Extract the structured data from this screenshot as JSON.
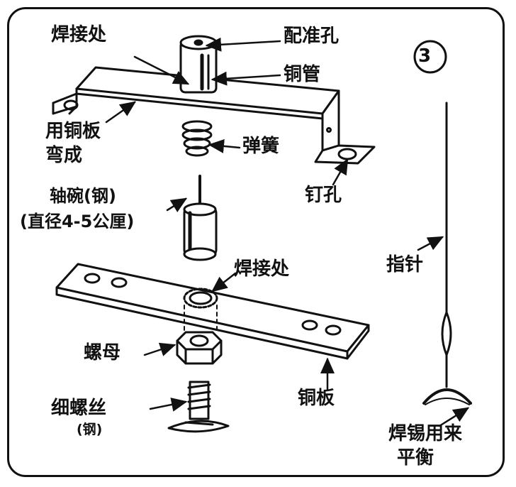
{
  "figure_number": "3",
  "labels": {
    "solder_top": "焊接处",
    "matching_hole": "配准孔",
    "copper_tube": "铜管",
    "bent_plate_1": "用铜板",
    "bent_plate_2": "弯成",
    "spring": "弹簧",
    "nail_hole": "钉孔",
    "axle_cup_1": "轴碗(钢)",
    "axle_cup_2": "(直径4-5公厘)",
    "solder_mid": "焊接处",
    "pointer": "指针",
    "nut": "螺母",
    "screw_1": "细螺丝",
    "screw_2": "(钢)",
    "copper_plate": "铜板",
    "balance_1": "焊锡用来",
    "balance_2": "平衡"
  }
}
